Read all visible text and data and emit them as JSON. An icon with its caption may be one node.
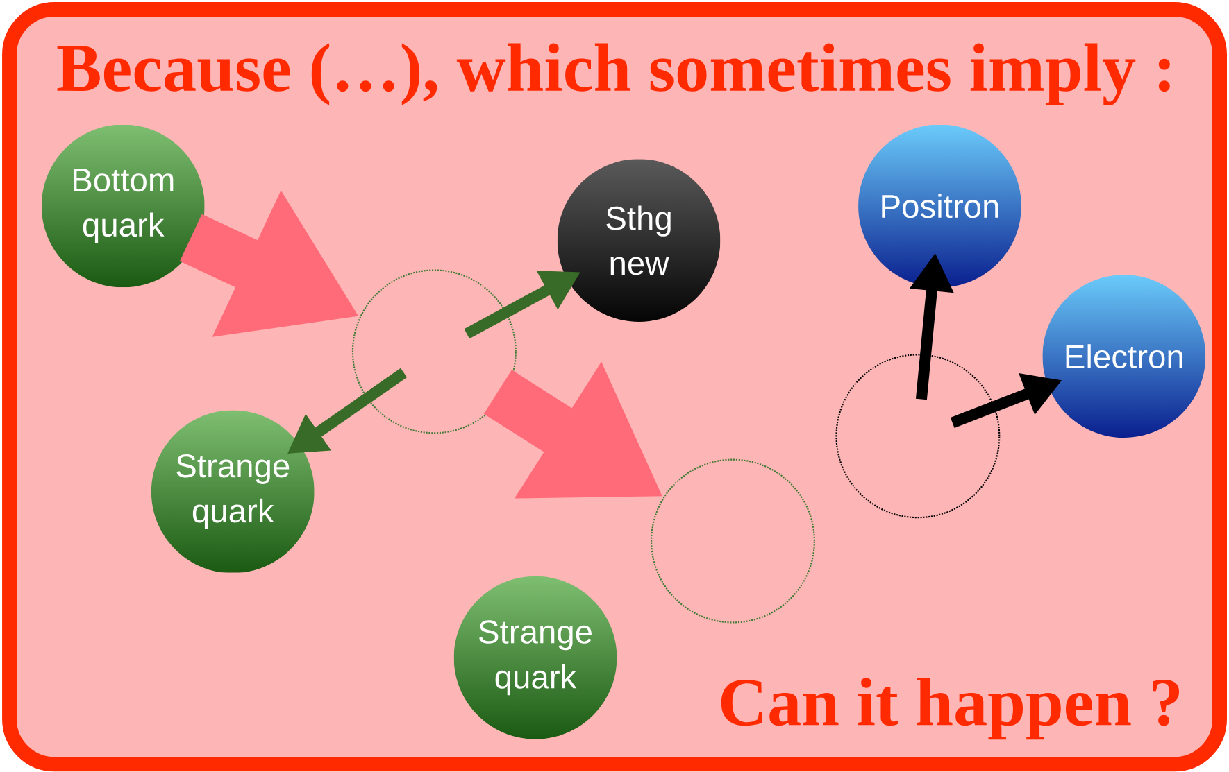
{
  "diagram": {
    "title": "Because (…), which sometimes imply :",
    "nodes": [
      {
        "text": [
          "Bottom quark"
        ]
      },
      {
        "text": [],
        "shape": "circle"
      },
      {
        "text": [
          "Sthg new"
        ]
      },
      {
        "text": [
          "Positron"
        ]
      },
      {
        "text": [
          "Strange quark"
        ]
      },
      {
        "text": [
          "Electron"
        ]
      },
      {
        "text": [],
        "shape": "circle"
      },
      {
        "text": [],
        "shape": "circle"
      },
      {
        "text": [
          "Strange quark"
        ]
      }
    ],
    "edges": [
      {
        "from": 0,
        "to": 1,
        "arrow": "to",
        "style": "thick",
        "color": "#ff6b78"
      },
      {
        "from": 1,
        "to": 2,
        "arrow": "to",
        "color": "#386b27"
      },
      {
        "from": 1,
        "to": 4,
        "arrow": "to",
        "color": "#386b27"
      },
      {
        "from": 1,
        "to": 7,
        "arrow": "to",
        "style": "thick",
        "color": "#ff6b78"
      },
      {
        "from": 6,
        "to": 3,
        "arrow": "to",
        "color": "#000000"
      },
      {
        "from": 6,
        "to": 5,
        "arrow": "to",
        "color": "#000000"
      }
    ],
    "labels": [
      "Can it happen ?"
    ]
  }
}
